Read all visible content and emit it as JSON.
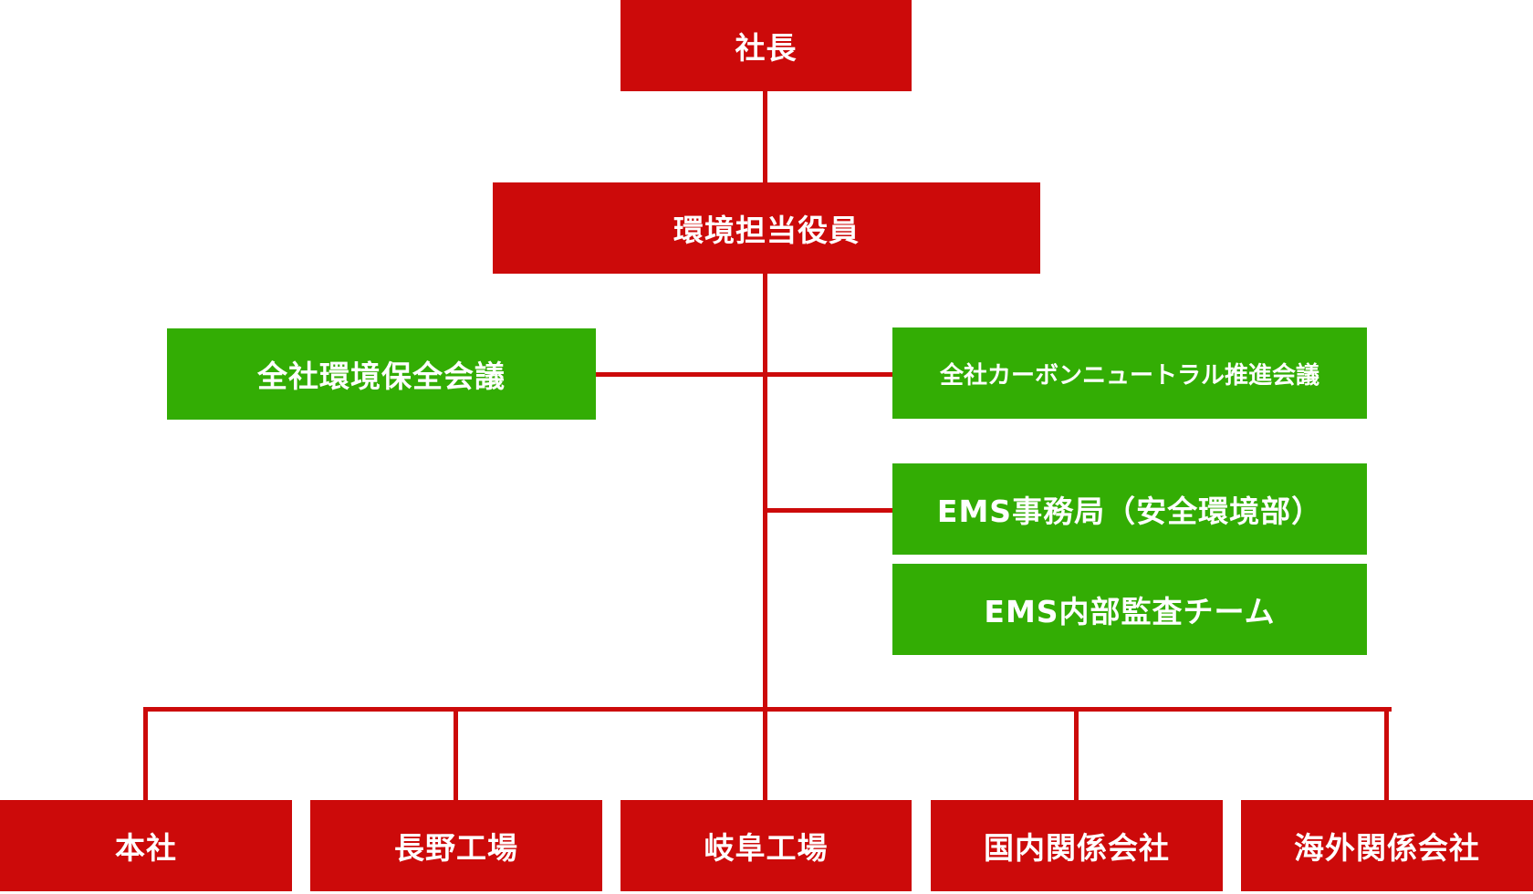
{
  "top": {
    "president": "社長",
    "officer": "環境担当役員"
  },
  "committees": {
    "env_council": "全社環境保全会議",
    "carbon_council": "全社カーボンニュートラル推進会議",
    "ems_office": "EMS事務局（安全環境部）",
    "audit_team": "EMS内部監査チーム"
  },
  "sites": [
    "本社",
    "長野工場",
    "岐阜工場",
    "国内関係会社",
    "海外関係会社"
  ],
  "colors": {
    "red": "#cc0a0a",
    "green": "#33ad04"
  }
}
